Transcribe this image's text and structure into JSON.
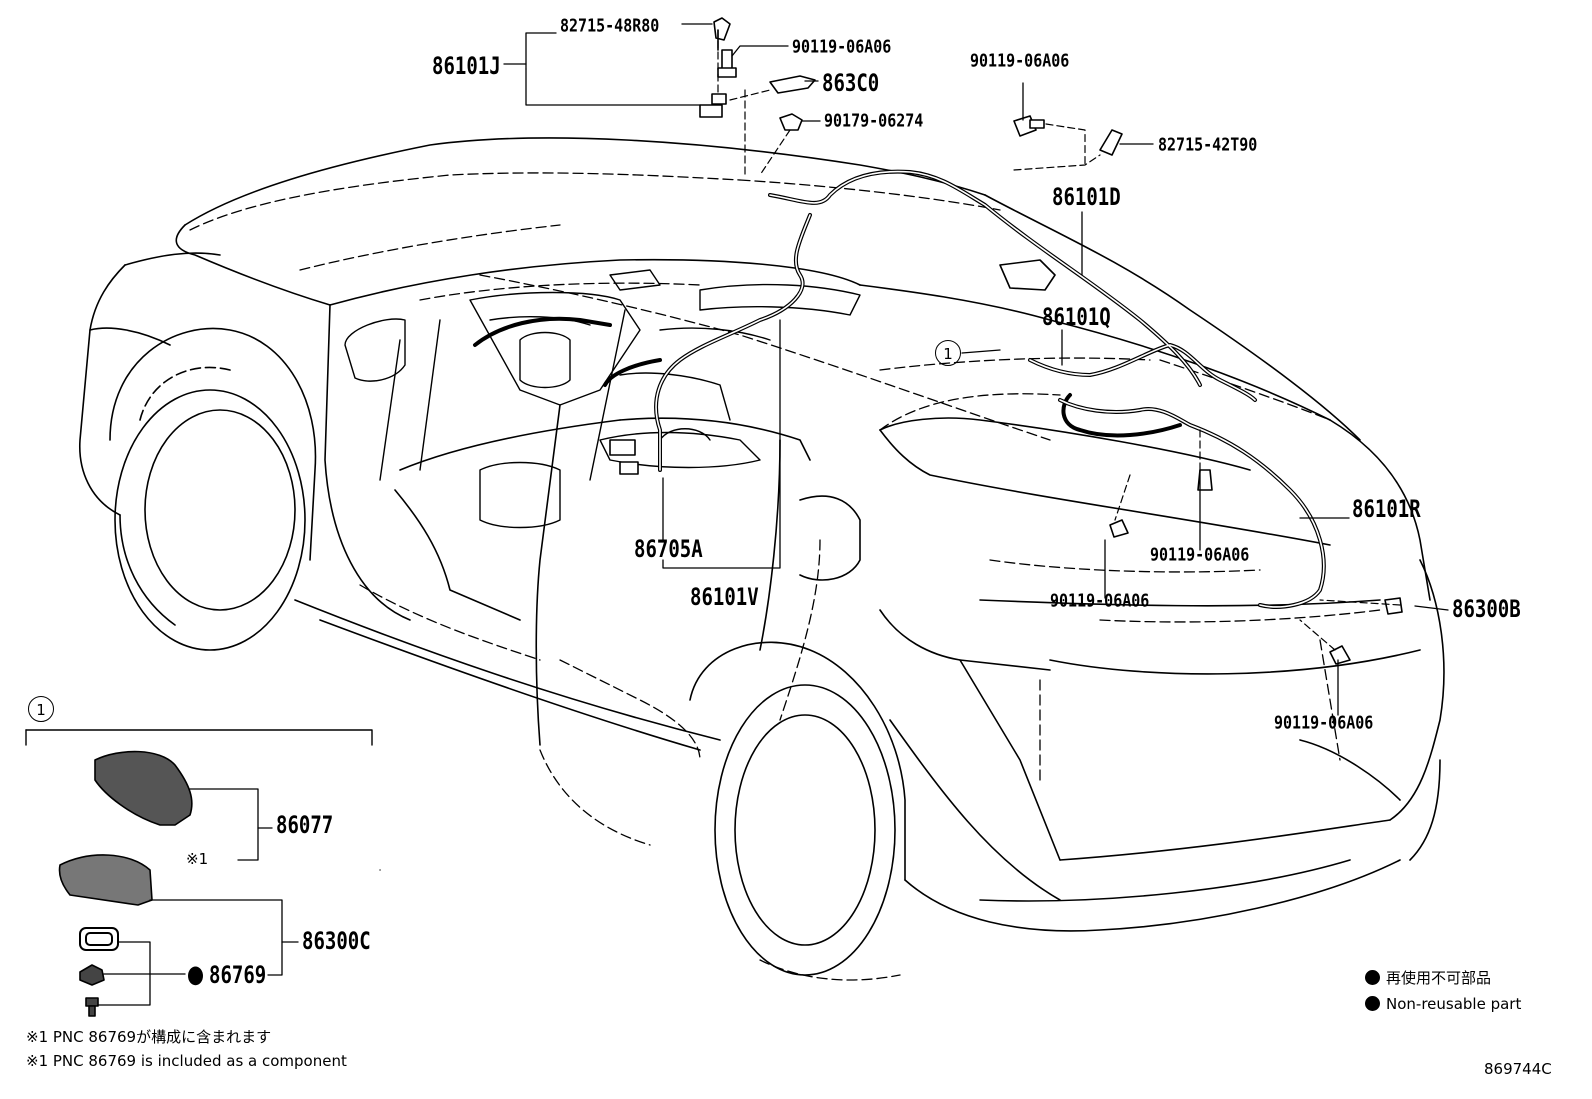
{
  "diagram_code": "869744C",
  "reference_marker": "1",
  "part_numbers": {
    "p82715_48R80": "82715-48R80",
    "p86101J": "86101J",
    "p90119_top_left": "90119-06A06",
    "p863C0": "863C0",
    "p90179": "90179-06274",
    "p90119_top_right": "90119-06A06",
    "p82715_42T90": "82715-42T90",
    "p86101D": "86101D",
    "p86101Q": "86101Q",
    "p86101R": "86101R",
    "p90119_mid_right": "90119-06A06",
    "p90119_mid_center": "90119-06A06",
    "p86300B": "86300B",
    "p90119_bottom_right": "90119-06A06",
    "p86705A": "86705A",
    "p86101V": "86101V",
    "p86077": "86077",
    "p86300C": "86300C",
    "p86769": "86769"
  },
  "note_marker_x1": "※1",
  "legend": {
    "jp": "再使用不可部品",
    "en": "Non-reusable part"
  },
  "footnotes": {
    "jp": "※1 PNC 86769が構成に含まれます",
    "en": "※1 PNC 86769 is included as a component"
  }
}
